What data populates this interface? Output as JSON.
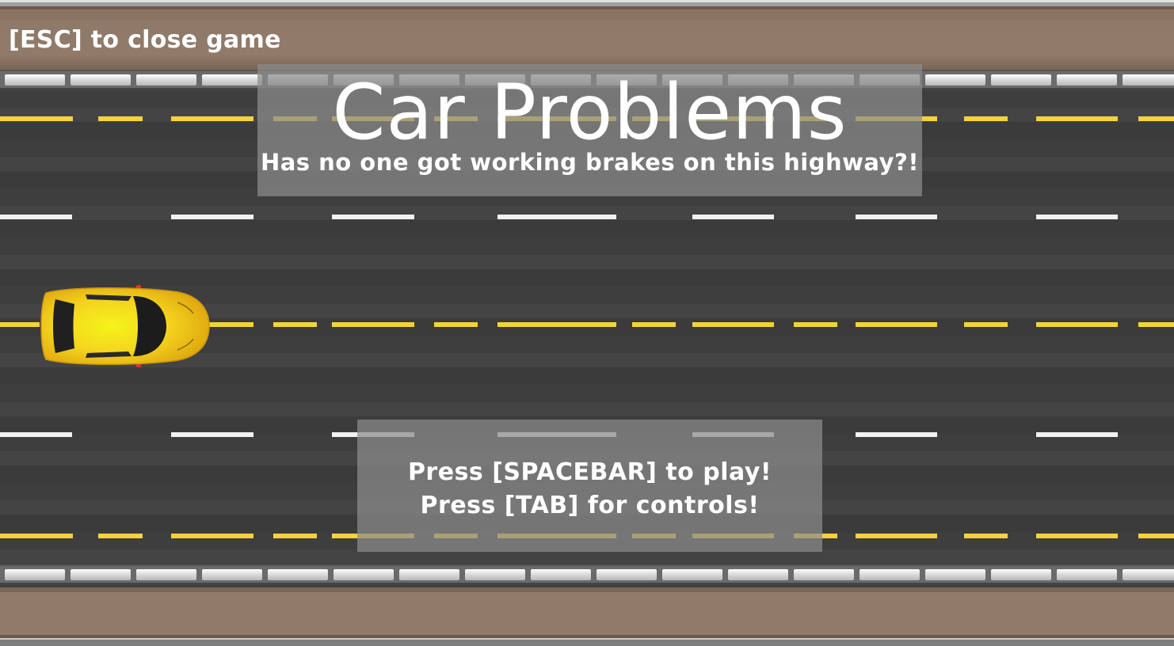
{
  "hud": {
    "close_hint": "[ESC] to close game"
  },
  "title_panel": {
    "title": "Car Problems",
    "subtitle": "Has no one got working brakes on this highway?!"
  },
  "start_panel": {
    "play_prompt": "Press [SPACEBAR] to play!",
    "controls_prompt": "Press [TAB] for controls!"
  },
  "scene": {
    "player_car": {
      "name": "yellow-sports-car-icon",
      "color": "#f5d51f"
    },
    "lane_colors": {
      "edge": "#f6d33a",
      "center": "#f6d33a",
      "divider": "#f1f1f1"
    }
  }
}
